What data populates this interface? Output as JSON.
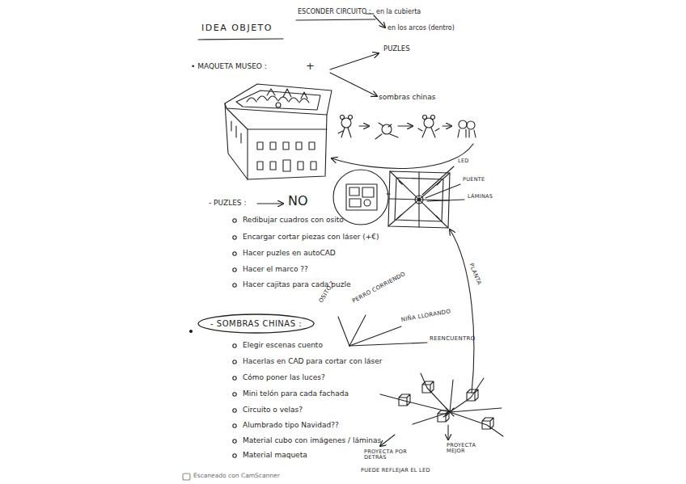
{
  "diagram": {
    "title": "IDEA OBJETO",
    "nodes": [
      {
        "text": [
          "- SOMBRAS CHINAS :"
        ]
      }
    ],
    "labels": [
      "ESCONDER CIRCUITO :",
      "en la cubierta",
      "en los arcos (dentro)",
      "• MAQUETA MUSEO :",
      "+",
      "PUZLES",
      "sombras chinas",
      "LED",
      "PUENTE",
      "LÁMINAS",
      "PLANTA",
      "- PUZLES :",
      "NO",
      "Redibujar cuadros con osito",
      "Encargar cortar piezas con láser (+€)",
      "Hacer puzles en autoCAD",
      "Hacer el marco ??",
      "Hacer cajitas para cada puzle",
      "OSITO ?",
      "PERRO CORRIENDO",
      "NIÑA LLORANDO",
      "REENCUENTRO",
      "Elegir escenas cuento",
      "Hacerlas en CAD para cortar con láser",
      "Cómo poner las luces?",
      "Mini telón para cada fachada",
      "Circuito o velas?",
      "Alumbrado tipo Navidad??",
      "Material cubo con imágenes / láminas",
      "Material maqueta",
      "PROYECTA POR DETRÁS",
      "PUEDE REFLEJAR EL LED",
      "PROYECTA MEJOR",
      "Escaneado con CamScanner"
    ]
  }
}
